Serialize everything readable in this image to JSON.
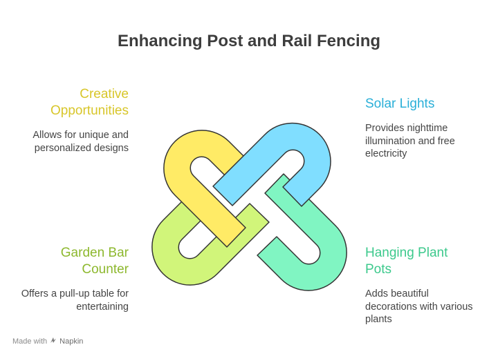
{
  "title": "Enhancing Post and Rail Fencing",
  "items": {
    "creative": {
      "heading_lines": [
        "Creative",
        "Opportunities"
      ],
      "desc_lines": [
        "Allows for unique and",
        "personalized designs"
      ],
      "color": "#D8C62A"
    },
    "solar": {
      "heading_lines": [
        "Solar Lights"
      ],
      "desc_lines": [
        "Provides nighttime",
        "illumination and free",
        "electricity"
      ],
      "color": "#2AAFD8"
    },
    "garden": {
      "heading_lines": [
        "Garden Bar",
        "Counter"
      ],
      "desc_lines": [
        "Offers a pull-up table for",
        "entertaining"
      ],
      "color": "#8DB82E"
    },
    "hanging": {
      "heading_lines": [
        "Hanging Plant",
        "Pots"
      ],
      "desc_lines": [
        "Adds beautiful",
        "decorations with various",
        "plants"
      ],
      "color": "#3CC98C"
    }
  },
  "shape_colors": {
    "yellow": "#FFEB66",
    "blue": "#80DEFF",
    "green": "#80F5C2",
    "lime": "#D1F57A",
    "outline": "#333333"
  },
  "footer": {
    "made_with": "Made with",
    "brand": "Napkin"
  }
}
